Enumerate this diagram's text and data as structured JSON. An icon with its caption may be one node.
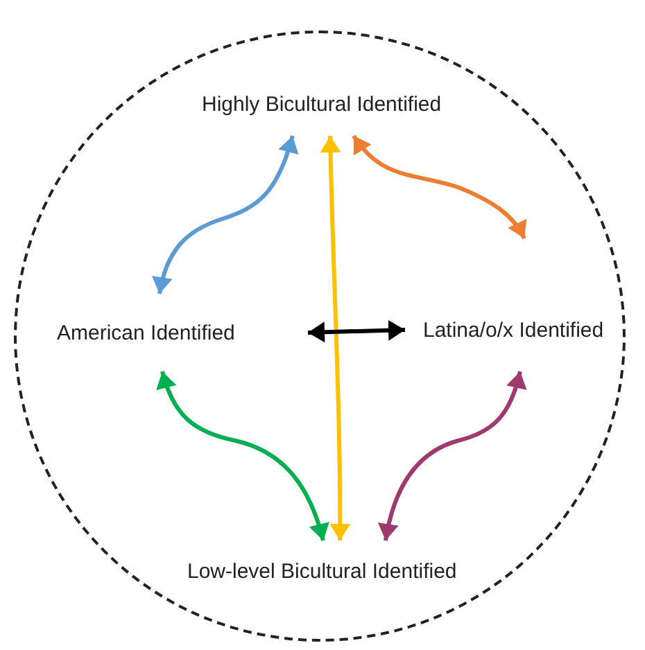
{
  "diagram": {
    "nodes": [
      {
        "text": [],
        "shape": "circle"
      },
      {
        "text": [
          "Highly Bicultural Identified"
        ],
        "in": 0
      },
      {
        "text": [
          "American Identified"
        ],
        "in": 0
      },
      {
        "text": [
          "Latina/o/x Identified"
        ],
        "in": 0
      },
      {
        "text": [
          "Low-level Bicultural Identified"
        ],
        "in": 0
      }
    ],
    "edges": [
      {
        "from": 1,
        "to": 2,
        "arrow": "both",
        "color": "#5b9bd5"
      },
      {
        "from": 1,
        "to": 4,
        "arrow": "both",
        "color": "#ffc000"
      },
      {
        "from": 1,
        "to": 3,
        "arrow": "both",
        "color": "#ed7d31"
      },
      {
        "from": 2,
        "to": 3,
        "arrow": "both",
        "color": "#000000"
      },
      {
        "from": 2,
        "to": 4,
        "arrow": "both",
        "color": "#00b050"
      },
      {
        "from": 3,
        "to": 4,
        "arrow": "both",
        "color": "#9e3a6e"
      }
    ]
  }
}
